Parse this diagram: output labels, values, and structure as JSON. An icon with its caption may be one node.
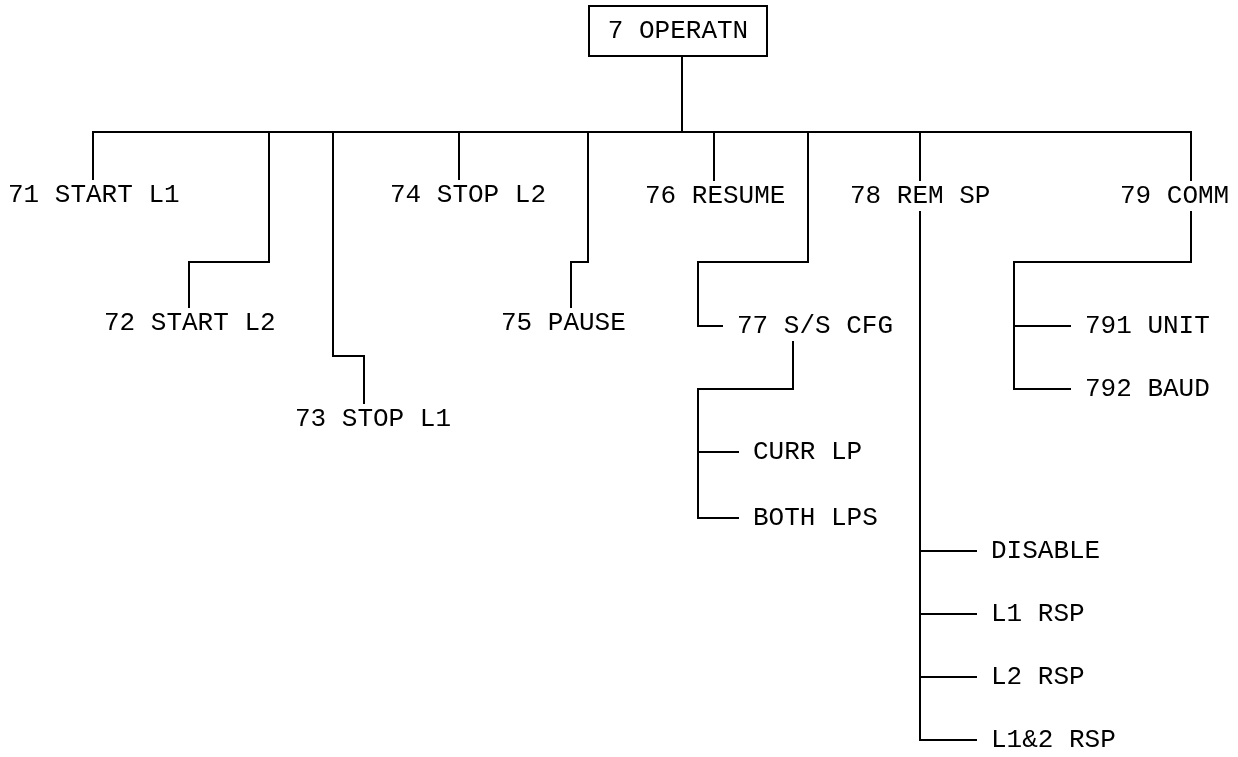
{
  "diagram": {
    "nodes": [
      {
        "text": [
          "7 OPERATN"
        ]
      },
      {
        "text": [
          "71 START L1"
        ]
      },
      {
        "text": [
          "72 START L2"
        ]
      },
      {
        "text": [
          "73 STOP L1"
        ]
      },
      {
        "text": [
          "74 STOP L2"
        ]
      },
      {
        "text": [
          "75 PAUSE"
        ]
      },
      {
        "text": [
          "76 RESUME"
        ]
      },
      {
        "text": [
          "77 S/S CFG"
        ]
      },
      {
        "text": [
          "CURR LP"
        ]
      },
      {
        "text": [
          "BOTH LPS"
        ]
      },
      {
        "text": [
          "78 REM SP"
        ]
      },
      {
        "text": [
          "DISABLE"
        ]
      },
      {
        "text": [
          "L1 RSP"
        ]
      },
      {
        "text": [
          "L2 RSP"
        ]
      },
      {
        "text": [
          "L1&2 RSP"
        ]
      },
      {
        "text": [
          "79 COMM"
        ]
      },
      {
        "text": [
          "791 UNIT"
        ]
      },
      {
        "text": [
          "792 BAUD"
        ]
      }
    ],
    "edges": [
      {
        "from": 0,
        "to": 1,
        "arrow": "none"
      },
      {
        "from": 0,
        "to": 2,
        "arrow": "none"
      },
      {
        "from": 0,
        "to": 3,
        "arrow": "none"
      },
      {
        "from": 0,
        "to": 4,
        "arrow": "none"
      },
      {
        "from": 0,
        "to": 5,
        "arrow": "none"
      },
      {
        "from": 0,
        "to": 6,
        "arrow": "none"
      },
      {
        "from": 0,
        "to": 7,
        "arrow": "none"
      },
      {
        "from": 0,
        "to": 10,
        "arrow": "none"
      },
      {
        "from": 0,
        "to": 15,
        "arrow": "none"
      },
      {
        "from": 7,
        "to": 8,
        "arrow": "none"
      },
      {
        "from": 7,
        "to": 9,
        "arrow": "none"
      },
      {
        "from": 10,
        "to": 11,
        "arrow": "none"
      },
      {
        "from": 10,
        "to": 12,
        "arrow": "none"
      },
      {
        "from": 10,
        "to": 13,
        "arrow": "none"
      },
      {
        "from": 10,
        "to": 14,
        "arrow": "none"
      },
      {
        "from": 15,
        "to": 16,
        "arrow": "none"
      },
      {
        "from": 15,
        "to": 17,
        "arrow": "none"
      }
    ]
  }
}
